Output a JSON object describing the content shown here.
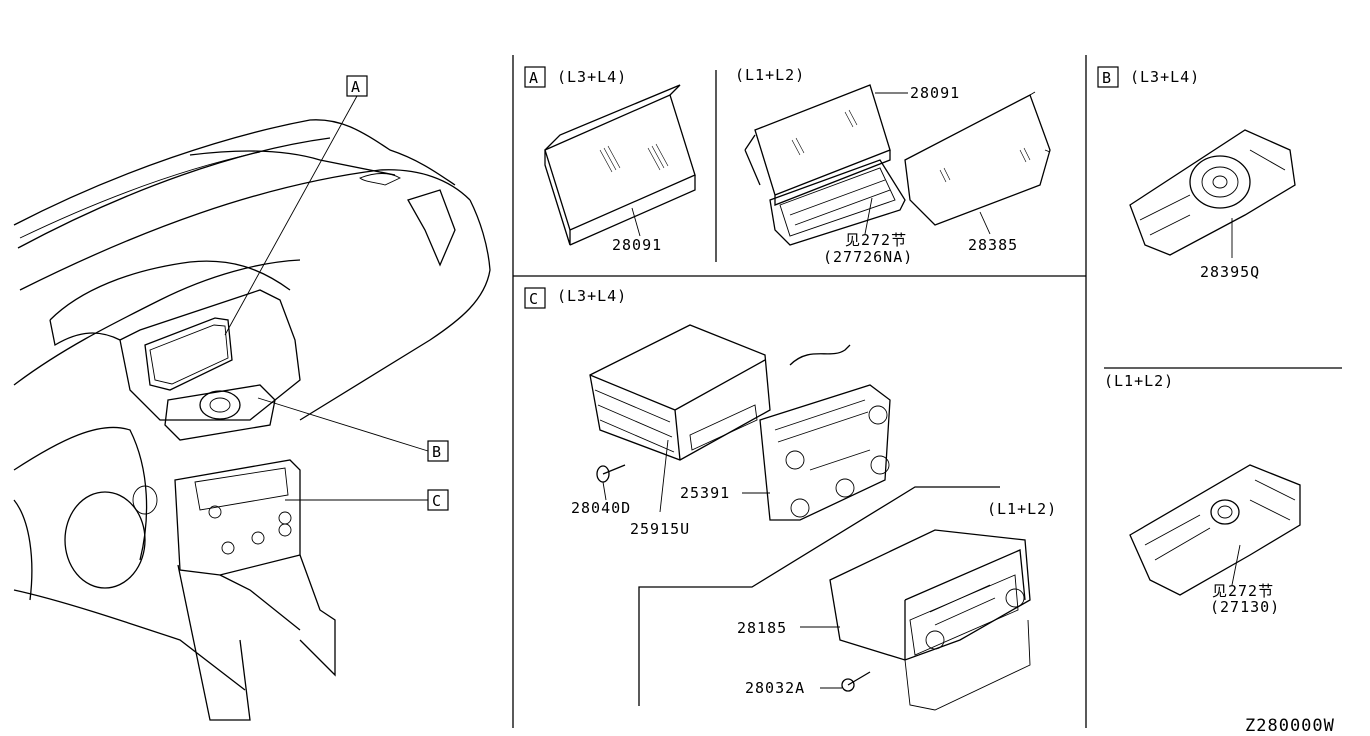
{
  "diagram": {
    "callouts": {
      "A": "A",
      "B": "B",
      "C": "C"
    },
    "section_a": {
      "letter": "A",
      "variant_l34": "(L3+L4)",
      "variant_l12": "(L1+L2)",
      "parts": {
        "display_l34": "28091",
        "display_l12": "28091",
        "bracket_ref": "见272节",
        "bracket_num": "(27726NA)",
        "panel": "28385"
      }
    },
    "section_b": {
      "letter": "B",
      "variant_l34": "(L3+L4)",
      "variant_l12": "(L1+L2)",
      "parts": {
        "controller_l34": "28395Q",
        "controller_ref": "见272节",
        "controller_num": "(27130)"
      }
    },
    "section_c": {
      "letter": "C",
      "variant_l34": "(L3+L4)",
      "variant_l12": "(L1+L2)",
      "parts": {
        "screw_l34": "28040D",
        "unit_l34": "25915U",
        "panel_l34": "25391",
        "unit_l12": "28185",
        "screw_l12": "28032A"
      }
    },
    "drawing_code": "Z280000W"
  }
}
